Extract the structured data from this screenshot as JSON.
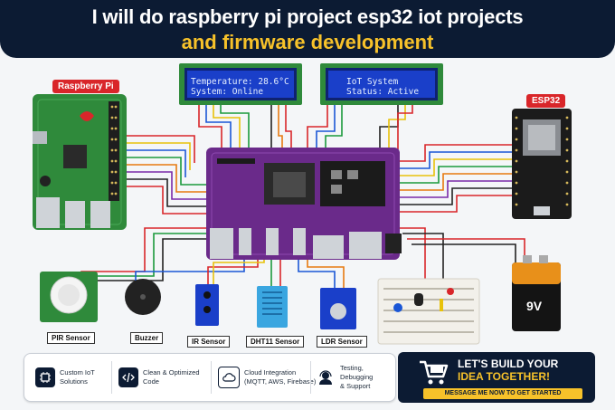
{
  "header": {
    "line1": "I will do raspberry pi project esp32 iot projects",
    "line2": "and firmware development"
  },
  "tags": {
    "raspberry": "Raspberry Pi",
    "esp32": "ESP32"
  },
  "lcd1": {
    "line1": "Temperature: 28.6°C",
    "line2": "System: Online"
  },
  "lcd2": {
    "line1": "IoT System",
    "line2": "Status: Active"
  },
  "battery": {
    "label": "9V"
  },
  "components": {
    "pir": "PIR Sensor",
    "buzzer": "Buzzer",
    "ir": "IR Sensor",
    "dht": "DHT11 Sensor",
    "ldr": "LDR Sensor"
  },
  "features": [
    {
      "icon": "chip-icon",
      "line1": "Custom IoT",
      "line2": "Solutions"
    },
    {
      "icon": "code-icon",
      "line1": "Clean & Optimized",
      "line2": "Code"
    },
    {
      "icon": "cloud-icon",
      "line1": "Cloud Integration",
      "line2": "(MQTT, AWS, Firebase)"
    },
    {
      "icon": "support-icon",
      "line1": "Testing, Debugging",
      "line2": "& Support"
    }
  ],
  "cta": {
    "line1": "LET'S BUILD YOUR",
    "line2": "IDEA TOGETHER!",
    "button": "MESSAGE ME NOW TO GET STARTED"
  },
  "colors": {
    "navy": "#0c1b33",
    "gold": "#f7c22a",
    "red_tag": "#d9262a",
    "pcb_green": "#2f8a3b",
    "pcb_purple": "#6a2a8a",
    "lcd_blue": "#1a3fc9",
    "esp_black": "#1b1b1b"
  }
}
